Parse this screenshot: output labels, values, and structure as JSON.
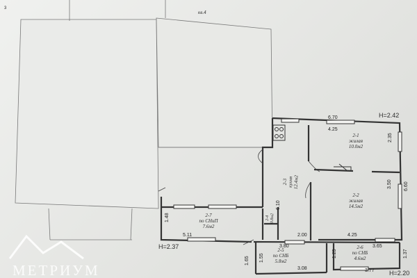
{
  "plan": {
    "corner_mark": "3",
    "flat_label": "кв.4",
    "heights": {
      "north_east": "H=2.42",
      "west": "H=2.37",
      "south_east": "H=2.20"
    },
    "rooms": [
      {
        "id": "2-1",
        "name": "жилая",
        "area": "10.0м2"
      },
      {
        "id": "2-2",
        "name": "жилая",
        "area": "14.5м2"
      },
      {
        "id": "2-3",
        "name": "кухня",
        "area": "12.4м2"
      },
      {
        "id": "2-4",
        "name": "",
        "area": "0.8м2"
      },
      {
        "id": "2-5",
        "name": "по СНБ",
        "area": "5.8м2"
      },
      {
        "id": "2-6",
        "name": "по СНБ",
        "area": "4.6м2"
      },
      {
        "id": "2-7",
        "name": "по СНиП",
        "area": "7.6м2"
      }
    ],
    "dimensions": {
      "d670": "6.70",
      "d425a": "4.25",
      "d235": "2.35",
      "d350": "3.50",
      "d660": "6.60",
      "d610": "6.10",
      "d200": "2.00",
      "d380": "3.80",
      "d425b": "4.25",
      "d365": "3.65",
      "d137": "1.37",
      "d125": "1.25",
      "d308": "3.08",
      "d377": "3.77",
      "d155": "1.55",
      "d165": "1.65",
      "d148": "1.48",
      "d511": "5.11"
    }
  },
  "watermark": {
    "text": "МЕТРИУМ"
  }
}
